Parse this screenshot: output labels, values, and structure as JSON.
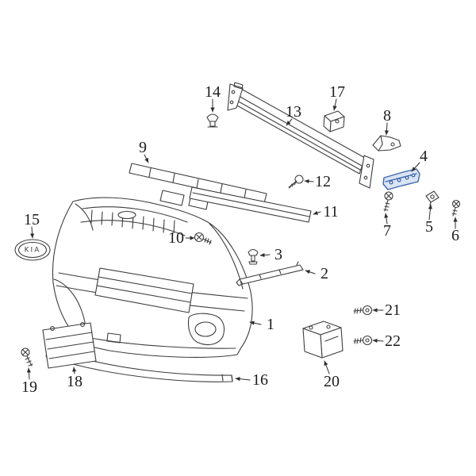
{
  "labels": {
    "l1": "1",
    "l2": "2",
    "l3": "3",
    "l4": "4",
    "l5": "5",
    "l6": "6",
    "l7": "7",
    "l8": "8",
    "l9": "9",
    "l10": "10",
    "l11": "11",
    "l12": "12",
    "l13": "13",
    "l14": "14",
    "l15": "15",
    "l16": "16",
    "l17": "17",
    "l18": "18",
    "l19": "19",
    "l20": "20",
    "l21": "21",
    "l22": "22"
  },
  "emblem": "KIA",
  "highlighted_part": "4",
  "colors": {
    "line": "#3d3d3d",
    "label_text": "#1c1c1c",
    "leader": "#2e2e2e",
    "highlight_stroke": "#3f66b0",
    "highlight_fill": "#d9e4f4",
    "background": "#ffffff"
  }
}
